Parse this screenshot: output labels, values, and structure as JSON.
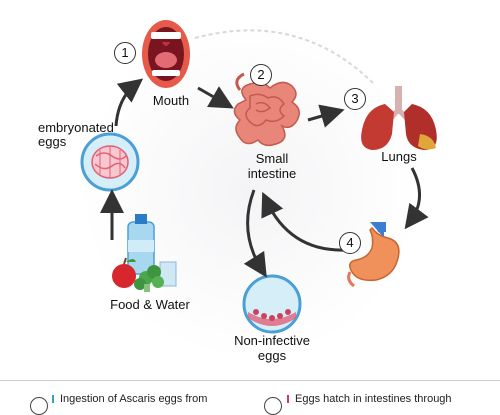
{
  "stages": {
    "mouth": {
      "number": "1",
      "label": "Mouth"
    },
    "intestine": {
      "number": "2",
      "label_line1": "Small",
      "label_line2": "intestine"
    },
    "lungs": {
      "number": "3",
      "label": "Lungs"
    },
    "stomach": {
      "number": "4"
    }
  },
  "labels": {
    "embryonated_line1": "embryonated",
    "embryonated_line2": "eggs",
    "food_water": "Food & Water",
    "noninfective_line1": "Non-infective",
    "noninfective_line2": "eggs"
  },
  "legend": {
    "item1_text": "Ingestion of Ascaris eggs from",
    "item2_text": "Eggs hatch in intestines through",
    "item1_color": "#2aa8b8",
    "item2_color": "#d6336c"
  },
  "colors": {
    "arrow": "#333333",
    "cycle_bg": "#f2f2f4",
    "mouth_lips": "#e55a4a",
    "intestine": "#e8867a",
    "lungs": "#c33a32",
    "stomach": "#f0905a",
    "stomach_duct": "#3a7fd0",
    "egg_fill": "#d6eef8",
    "egg_border": "#4a9fd6",
    "egg_cell": "#e0607a"
  }
}
